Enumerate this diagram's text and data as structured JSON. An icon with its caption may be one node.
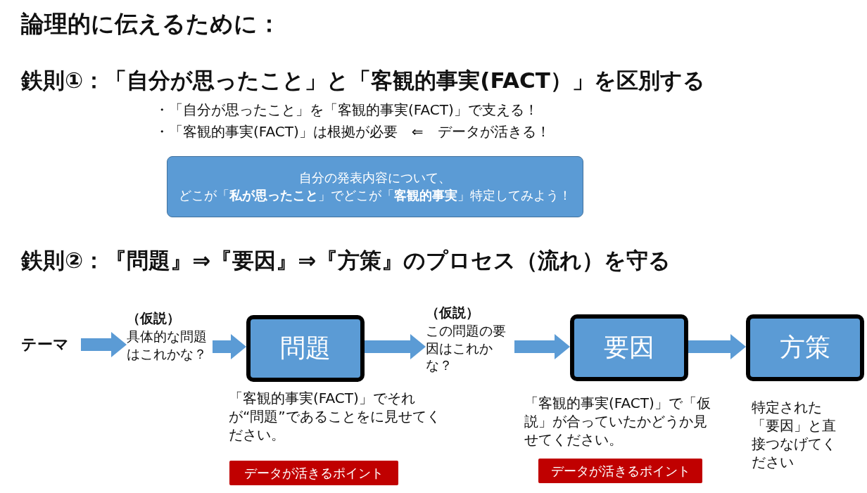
{
  "diagram": {
    "title": "論理的に伝えるために：",
    "nodes": [
      {
        "text": [
          "自分の発表内容について、",
          "どこが「**私が思ったこと**」でどこが「**客観的事実**」特定してみよう！"
        ]
      },
      {
        "text": [
          "テーマ"
        ]
      },
      {
        "text": [
          "（仮説）",
          "具体的な問題はこれかな？"
        ]
      },
      {
        "text": [
          "問題"
        ],
        "beside": [
          "「客観的事実(FACT)」でそれが“問題”であることをに見せてください。"
        ]
      },
      {
        "text": [
          "データが活きるポイント"
        ]
      },
      {
        "text": [
          "（仮説）",
          "この問題の要因はこれかな？"
        ]
      },
      {
        "text": [
          "要因"
        ],
        "beside": [
          "「客観的事実(FACT)」で「仮説」が合っていたかどうか見せてください。"
        ]
      },
      {
        "text": [
          "データが活きるポイント"
        ]
      },
      {
        "text": [
          "方策"
        ],
        "beside": [
          "特定された「要因」と直接つなげてください"
        ]
      }
    ],
    "edges": [
      {
        "from": 1,
        "to": 2,
        "arrow": "to"
      },
      {
        "from": 2,
        "to": 3,
        "arrow": "to"
      },
      {
        "from": 3,
        "to": 5,
        "arrow": "to"
      },
      {
        "from": 5,
        "to": 6,
        "arrow": "to"
      },
      {
        "from": 6,
        "to": 8,
        "arrow": "to"
      }
    ],
    "labels": [
      "鉄則①：「自分が思ったこと」と「客観的事実(FACT）」を区別する",
      "・「自分が思ったこと」を「客観的事実(FACT)」で支える！",
      "・「客観的事実(FACT)」は根拠が必要　⇐　データが活きる！",
      "鉄則②：『問題』⇒『要因』⇒『方策』のプロセス（流れ）を守る"
    ]
  }
}
